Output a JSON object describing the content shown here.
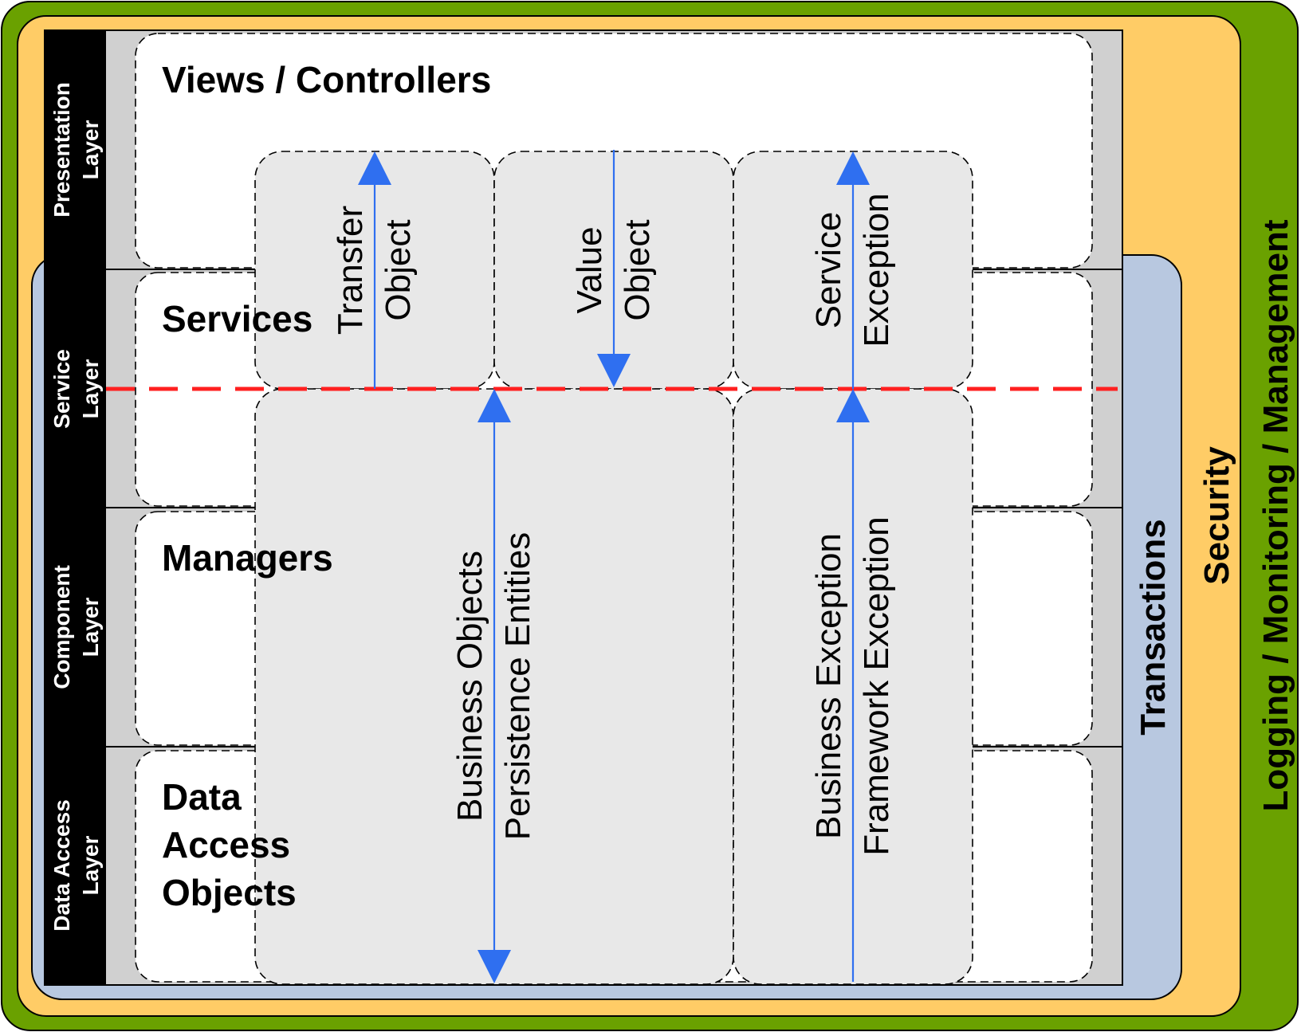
{
  "colors": {
    "logging_ring": "#6AA100",
    "security_ring": "#FFCC66",
    "transactions_ring": "#B8C8E0",
    "layer_band": "#D0D0D0",
    "layer_sidebar": "#000000",
    "box_fill": "#FFFFFF",
    "object_box_fill": "#E8E8E8",
    "flow_arrow": "#2F6FF0",
    "boundary_line": "#FF2020"
  },
  "rings": {
    "logging": "Logging / Monitoring / Management",
    "security": "Security",
    "transactions": "Transactions"
  },
  "layers": [
    {
      "line1": "Presentation",
      "line2": "Layer",
      "box": [
        "Views / Controllers"
      ]
    },
    {
      "line1": "Service",
      "line2": "Layer",
      "box": [
        "Services"
      ]
    },
    {
      "line1": "Component",
      "line2": "Layer",
      "box": [
        "Managers"
      ]
    },
    {
      "line1": "Data Access",
      "line2": "Layer",
      "box": [
        "Data",
        "Access",
        "Objects"
      ]
    }
  ],
  "objects": {
    "transfer": {
      "line1": "Transfer",
      "line2": "Object",
      "arrow": "up"
    },
    "value": {
      "line1": "Value",
      "line2": "Object",
      "arrow": "down"
    },
    "service_exception": {
      "line1": "Service",
      "line2": "Exception",
      "arrow": "up"
    },
    "business": {
      "line1": "Business Objects",
      "line2": "Persistence Entities",
      "arrow": "both"
    },
    "exceptions": {
      "line1": "Business Exception",
      "line2": "Framework Exception",
      "arrow": "up"
    }
  },
  "boundary": {
    "style": "dashed"
  }
}
